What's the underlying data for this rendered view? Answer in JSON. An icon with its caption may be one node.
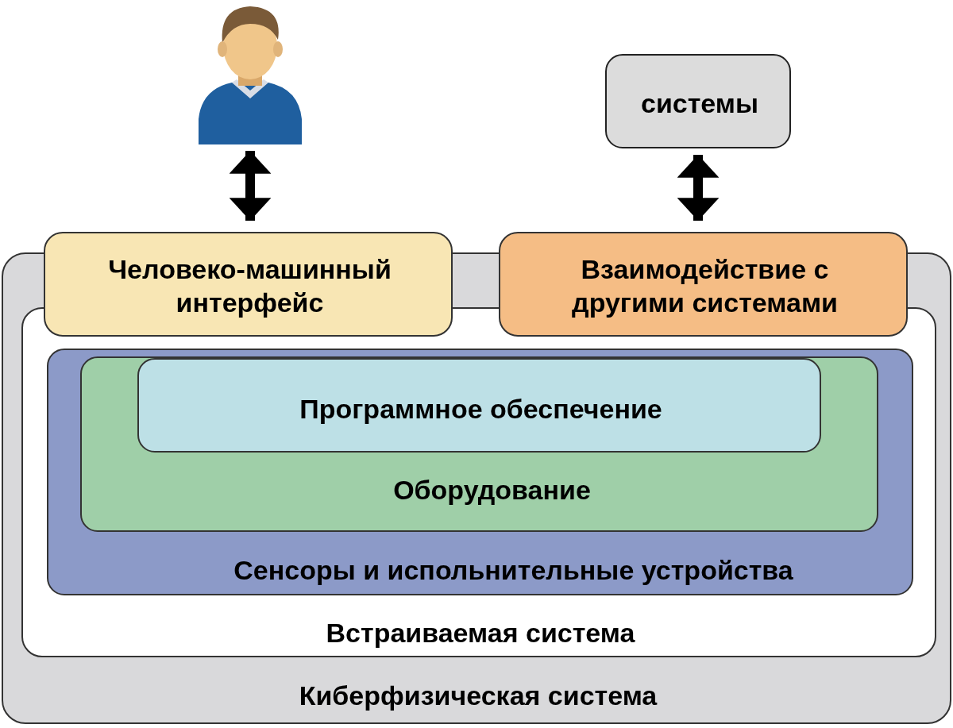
{
  "diagram": {
    "nodes": [
      {
        "text": [],
        "shape": "picture"
      },
      {
        "text": [
          "системы"
        ]
      },
      {
        "text": [
          "Киберфизическая система"
        ]
      },
      {
        "text": [
          "Встраиваемая система"
        ],
        "in": 2
      },
      {
        "text": [
          "Человеко-машинный интерфейс"
        ]
      },
      {
        "text": [
          "Взаимодействие с другими системами"
        ]
      },
      {
        "text": [
          "Сенсоры и испольнительные устройства"
        ],
        "in": 3
      },
      {
        "text": [
          "Оборудование"
        ],
        "in": 6
      },
      {
        "text": [
          "Программное обеспечение"
        ],
        "in": 7
      }
    ],
    "edges": [
      {
        "from": 0,
        "to": 4,
        "arrow": "both"
      },
      {
        "from": 1,
        "to": 5,
        "arrow": "both"
      }
    ]
  }
}
